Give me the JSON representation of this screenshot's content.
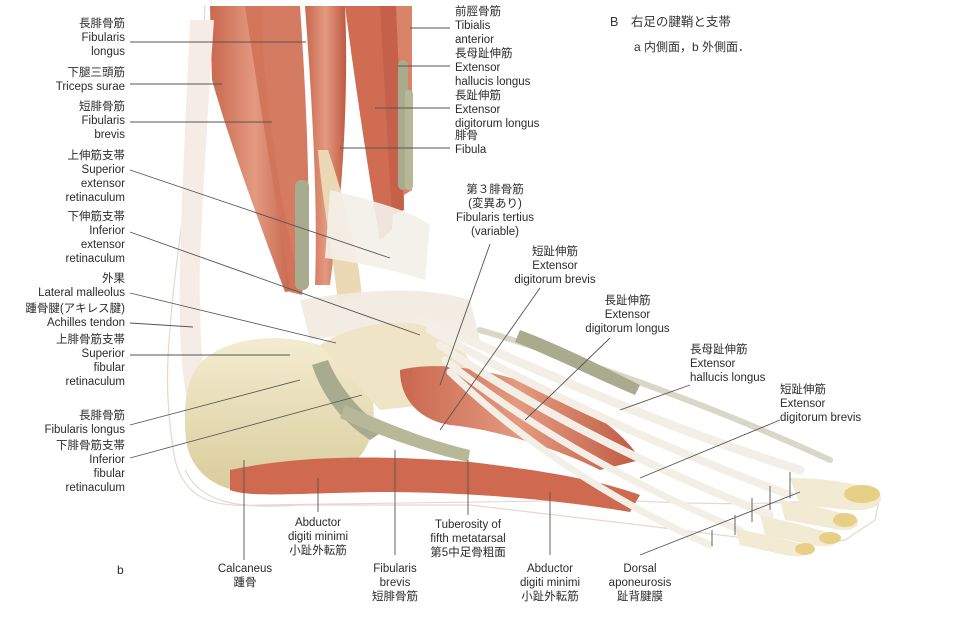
{
  "heading": {
    "title": "B　右足の腱鞘と支帯",
    "subtitle": "a 内側面，b 外側面．"
  },
  "panel_letter": "b",
  "labels": {
    "fibularis_longus_top": [
      "長腓骨筋",
      "Fibularis",
      "longus"
    ],
    "triceps_surae": [
      "下腿三頭筋",
      "Triceps surae"
    ],
    "fibularis_brevis_top": [
      "短腓骨筋",
      "Fibularis",
      "brevis"
    ],
    "superior_extensor_retinaculum": [
      "上伸筋支帯",
      "Superior",
      "extensor",
      "retinaculum"
    ],
    "inferior_extensor_retinaculum": [
      "下伸筋支帯",
      "Inferior",
      "extensor",
      "retinaculum"
    ],
    "lateral_malleolus": [
      "外果",
      "Lateral malleolus"
    ],
    "achilles_tendon": [
      "踵骨腱(アキレス腱)",
      "Achilles tendon"
    ],
    "superior_fibular_retinaculum": [
      "上腓骨筋支帯",
      "Superior",
      "fibular",
      "retinaculum"
    ],
    "fibularis_longus_bottom": [
      "長腓骨筋",
      "Fibularis longus"
    ],
    "inferior_fibular_retinaculum": [
      "下腓骨筋支帯",
      "Inferior",
      "fibular",
      "retinaculum"
    ],
    "tibialis_anterior": [
      "前脛骨筋",
      "Tibialis",
      "anterior"
    ],
    "extensor_hallucis_longus_top": [
      "長母趾伸筋",
      "Extensor",
      "hallucis longus"
    ],
    "extensor_digitorum_longus_top": [
      "長趾伸筋",
      "Extensor",
      "digitorum longus"
    ],
    "fibula": [
      "腓骨",
      "Fibula"
    ],
    "fibularis_tertius": [
      "第３腓骨筋",
      "(変異あり)",
      "Fibularis tertius",
      "(variable)"
    ],
    "extensor_digitorum_brevis_mid": [
      "短趾伸筋",
      "Extensor",
      "digitorum brevis"
    ],
    "extensor_digitorum_longus_mid": [
      "長趾伸筋",
      "Extensor",
      "digitorum longus"
    ],
    "extensor_hallucis_longus_right": [
      "長母趾伸筋",
      "Extensor",
      "hallucis longus"
    ],
    "extensor_digitorum_brevis_right": [
      "短趾伸筋",
      "Extensor",
      "digitorum brevis"
    ],
    "calcaneus": [
      "Calcaneus",
      "踵骨"
    ],
    "abductor_digiti_minimi_left": [
      "Abductor",
      "digiti minimi",
      "小趾外転筋"
    ],
    "fibularis_brevis_bottom": [
      "Fibularis",
      "brevis",
      "短腓骨筋"
    ],
    "tuberosity_fifth_metatarsal": [
      "Tuberosity of",
      "fifth metatarsal",
      "第5中足骨粗面"
    ],
    "abductor_digiti_minimi_right": [
      "Abductor",
      "digiti minimi",
      "小趾外転筋"
    ],
    "dorsal_aponeurosis": [
      "Dorsal",
      "aponeurosis",
      "趾背腱膜"
    ]
  },
  "colors": {
    "muscle": "#d9826a",
    "muscle_dark": "#b9553f",
    "tendon": "#f1ebe1",
    "bone": "#ece3c2",
    "sheath": "#a9ab8e",
    "nail": "#e8cf86",
    "leader": "#555555"
  }
}
